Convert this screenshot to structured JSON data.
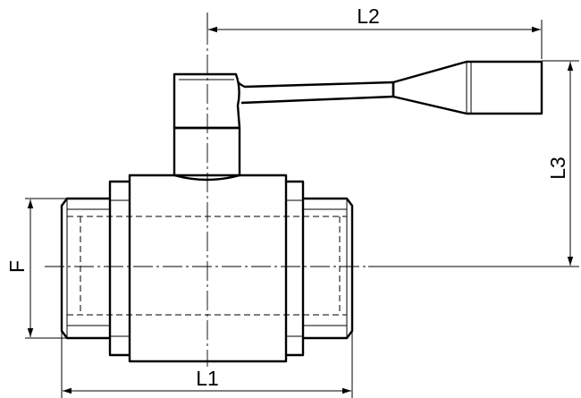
{
  "dimensions": {
    "l1": "L1",
    "l2": "L2",
    "l3": "L3",
    "f": "F"
  },
  "colors": {
    "ink": "#000000",
    "background": "#ffffff"
  }
}
